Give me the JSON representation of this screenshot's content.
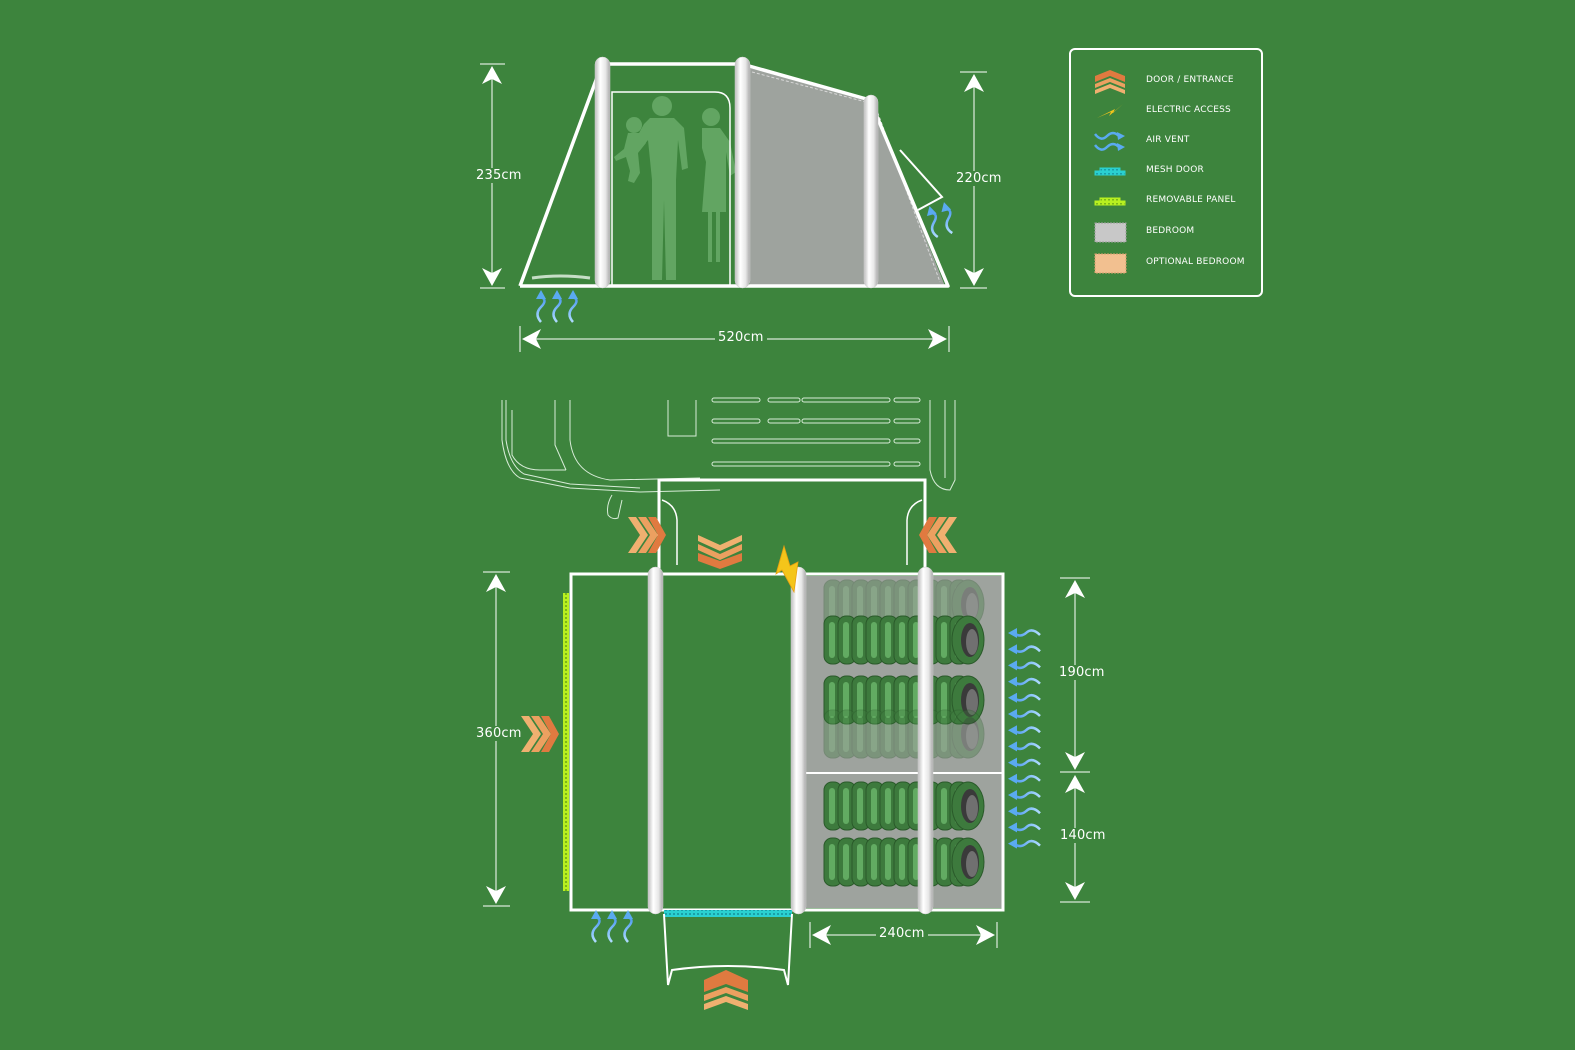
{
  "diagram": {
    "title": "Drive-away awning floor plan and side elevation",
    "background_color": "#3d843d",
    "side_view": {
      "dimensions": {
        "height_front": "235cm",
        "height_rear": "220cm",
        "length": "520cm"
      }
    },
    "plan_view": {
      "dimensions": {
        "depth": "360cm",
        "bedroom_width": "240cm",
        "bedroom_1_depth": "190cm",
        "bedroom_2_depth": "140cm"
      },
      "sleeping_bag_rows": 4,
      "vent_count": 14
    },
    "legend": {
      "items": [
        {
          "icon": "door-entrance-icon",
          "label": "Door / Entrance",
          "color": "#e8884a"
        },
        {
          "icon": "electric-access-icon",
          "label": "Electric Access",
          "color": "#f4c51a"
        },
        {
          "icon": "air-vent-icon",
          "label": "Air Vent",
          "color": "#5aaaf0"
        },
        {
          "icon": "mesh-door-icon",
          "label": "Mesh Door",
          "color": "#2ad0d0"
        },
        {
          "icon": "removable-panel-icon",
          "label": "Removable Panel",
          "color": "#b8f020"
        },
        {
          "icon": "bedroom-icon",
          "label": "Bedroom",
          "color": "#c8c8c8"
        },
        {
          "icon": "optional-bedroom-icon",
          "label": "Optional Bedroom",
          "color": "#f2c090"
        }
      ]
    },
    "colors": {
      "line": "#ffffff",
      "bedroom_fill": "#9ea39e",
      "silhouette": "#62a562",
      "door": "#e8884a",
      "door_light": "#f0b070",
      "electric": "#f4c51a",
      "vent": "#5aaaf0",
      "mesh": "#2ad0d0",
      "panel": "#b8f020",
      "bag_dark": "#3d7a3d",
      "bag_light": "#6cb86c"
    }
  }
}
